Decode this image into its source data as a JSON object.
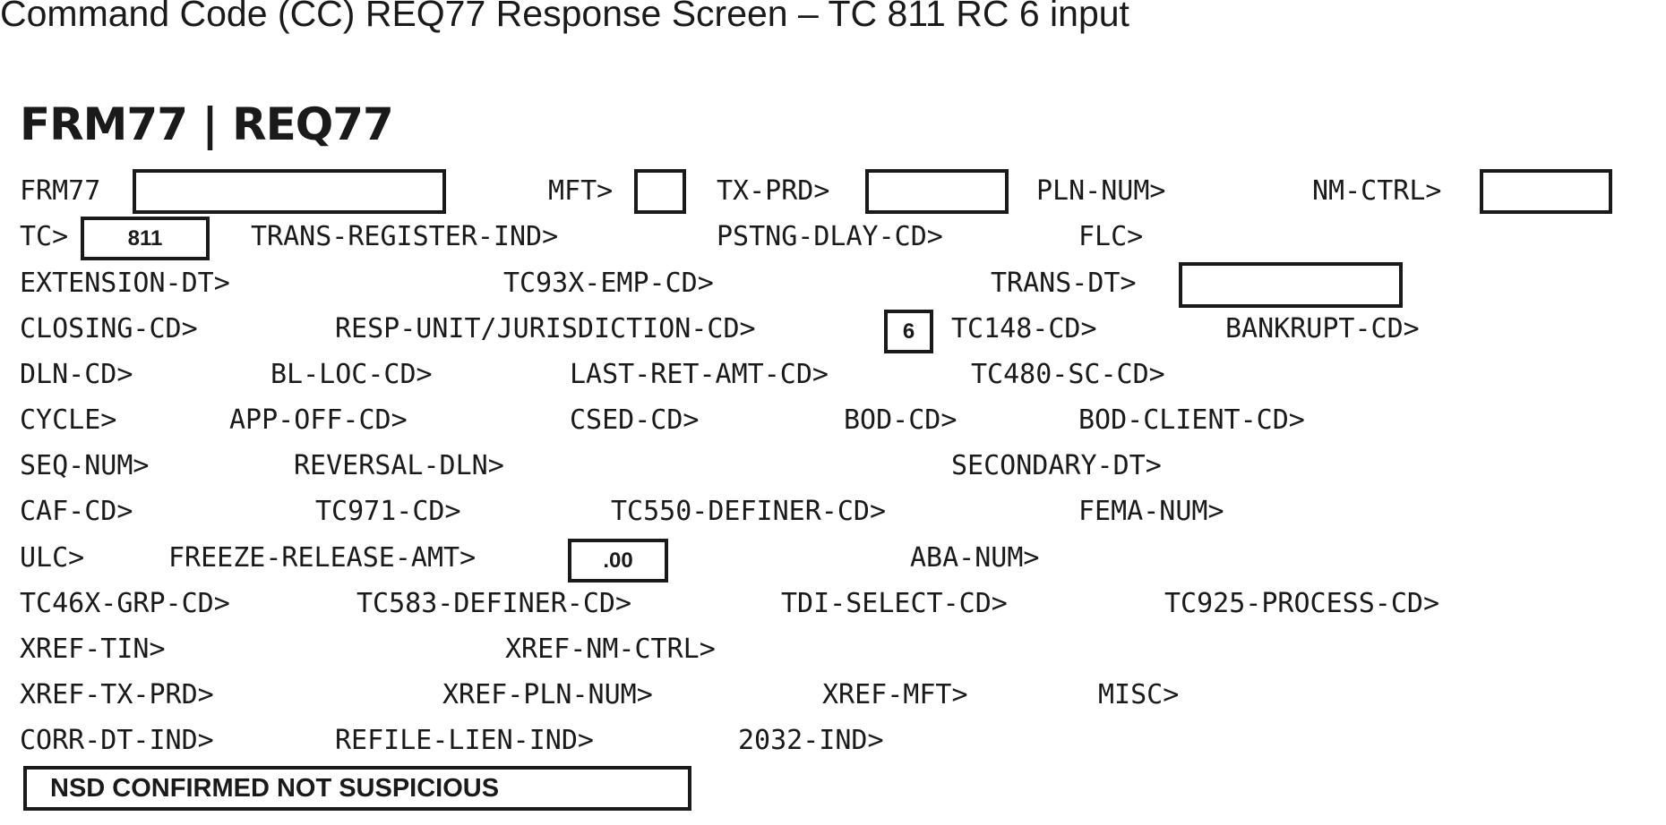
{
  "caption": "Command Code (CC) REQ77 Response Screen – TC 811 RC 6 input",
  "title": "FRM77 | REQ77",
  "labels": {
    "frm77": "FRM77",
    "mft": "MFT>",
    "tx_prd": "TX-PRD>",
    "pln_num": "PLN-NUM>",
    "nm_ctrl": "NM-CTRL>",
    "tc": "TC>",
    "trans_register_ind": "TRANS-REGISTER-IND>",
    "pstng_dlay_cd": "PSTNG-DLAY-CD>",
    "flc": "FLC>",
    "extension_dt": "EXTENSION-DT>",
    "tc93x_emp_cd": "TC93X-EMP-CD>",
    "trans_dt": "TRANS-DT>",
    "closing_cd": "CLOSING-CD>",
    "resp_unit": "RESP-UNIT/JURISDICTION-CD>",
    "tc148_cd": "TC148-CD>",
    "bankrupt_cd": "BANKRUPT-CD>",
    "dln_cd": "DLN-CD>",
    "bl_loc_cd": "BL-LOC-CD>",
    "last_ret_amt_cd": "LAST-RET-AMT-CD>",
    "tc480_sc_cd": "TC480-SC-CD>",
    "cycle": "CYCLE>",
    "app_off_cd": "APP-OFF-CD>",
    "csed_cd": "CSED-CD>",
    "bod_cd": "BOD-CD>",
    "bod_client_cd": "BOD-CLIENT-CD>",
    "seq_num": "SEQ-NUM>",
    "reversal_dln": "REVERSAL-DLN>",
    "secondary_dt": "SECONDARY-DT>",
    "caf_cd": "CAF-CD>",
    "tc971_cd": "TC971-CD>",
    "tc550_definer_cd": "TC550-DEFINER-CD>",
    "fema_num": "FEMA-NUM>",
    "ulc": "ULC>",
    "freeze_release_amt": "FREEZE-RELEASE-AMT>",
    "aba_num": "ABA-NUM>",
    "tc46x_grp_cd": "TC46X-GRP-CD>",
    "tc583_definer_cd": "TC583-DEFINER-CD>",
    "tdi_select_cd": "TDI-SELECT-CD>",
    "tc925_process_cd": "TC925-PROCESS-CD>",
    "xref_tin": "XREF-TIN>",
    "xref_nm_ctrl": "XREF-NM-CTRL>",
    "xref_tx_prd": "XREF-TX-PRD>",
    "xref_pln_num": "XREF-PLN-NUM>",
    "xref_mft": "XREF-MFT>",
    "misc": "MISC>",
    "corr_dt_ind": "CORR-DT-IND>",
    "refile_lien_ind": "REFILE-LIEN-IND>",
    "ind_2032": "2032-IND>"
  },
  "values": {
    "frm77": "",
    "mft": "",
    "tx_prd": "",
    "nm_ctrl": "",
    "tc": "811",
    "trans_dt": "",
    "resp_unit": "6",
    "freeze_release_amt": ".00",
    "message": "NSD CONFIRMED NOT SUSPICIOUS"
  }
}
